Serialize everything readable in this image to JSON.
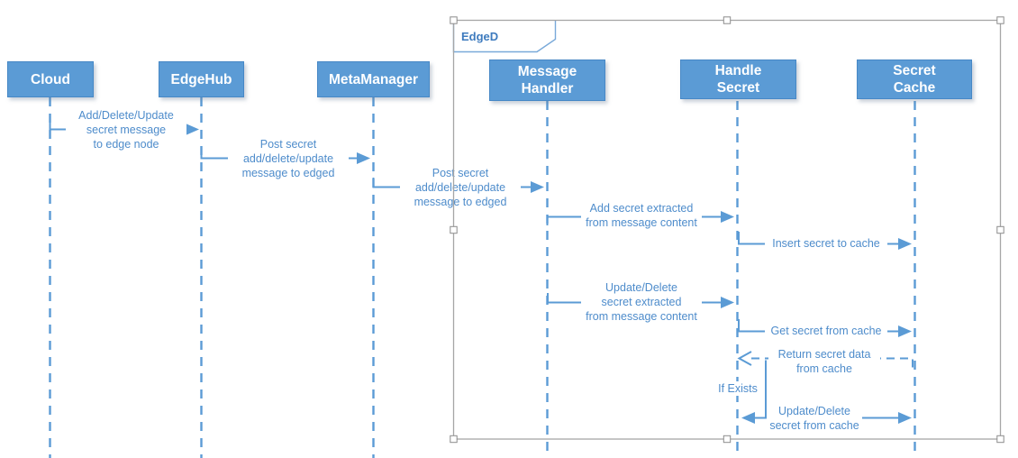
{
  "colors": {
    "accent": "#5B9BD5",
    "message_text": "#4E8CCB",
    "box_fill": "#5B9BD5",
    "box_border": "#4788C6",
    "frame": "#A6A6A6",
    "tab_border": "#79A9D9",
    "frame_label_color": "#3E7BBE"
  },
  "frame": {
    "label": "EdgeD"
  },
  "participants": [
    {
      "label": "Cloud"
    },
    {
      "label": "EdgeHub"
    },
    {
      "label": "MetaManager"
    },
    {
      "label": "Message Handler"
    },
    {
      "label": "Handle Secret"
    },
    {
      "label": "Secret Cache"
    }
  ],
  "messages": [
    {
      "from": "Cloud",
      "to": "EdgeHub",
      "style": "solid",
      "label": "Add/Delete/Update\nsecret message\nto edge node"
    },
    {
      "from": "EdgeHub",
      "to": "MetaManager",
      "style": "solid",
      "label": "Post secret\nadd/delete/update\nmessage to edged"
    },
    {
      "from": "MetaManager",
      "to": "Message Handler",
      "style": "solid",
      "label": "Post secret\nadd/delete/update\nmessage to edged"
    },
    {
      "from": "Message Handler",
      "to": "Handle Secret",
      "style": "solid",
      "label": "Add secret extracted\nfrom message content"
    },
    {
      "from": "Handle Secret",
      "to": "Secret Cache",
      "style": "solid",
      "label": "Insert secret to cache"
    },
    {
      "from": "Message Handler",
      "to": "Handle Secret",
      "style": "solid",
      "label": "Update/Delete\nsecret extracted\nfrom message content"
    },
    {
      "from": "Handle Secret",
      "to": "Secret Cache",
      "style": "solid",
      "label": "Get secret from cache"
    },
    {
      "from": "Secret Cache",
      "to": "Handle Secret",
      "style": "dashed-return",
      "label": "Return secret data\nfrom cache"
    },
    {
      "from": "Handle Secret",
      "to": "Secret Cache",
      "style": "solid",
      "condition": "If Exists",
      "label": "Update/Delete\nsecret from cache"
    }
  ],
  "condition_label": "If Exists"
}
